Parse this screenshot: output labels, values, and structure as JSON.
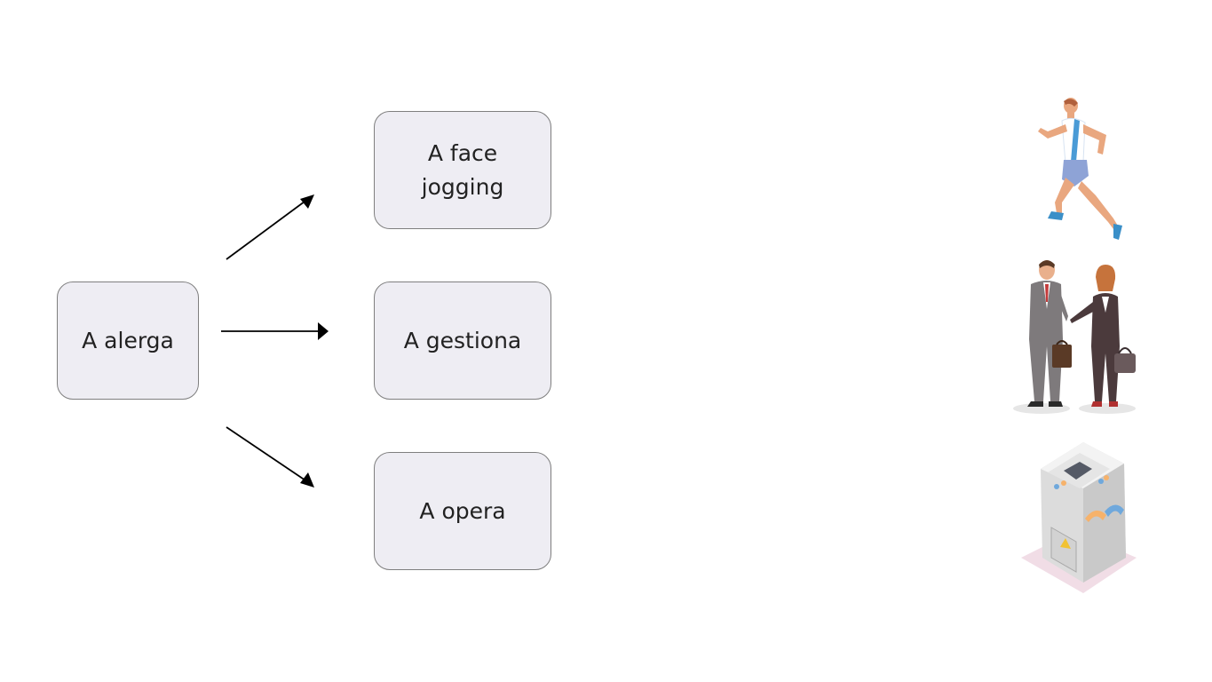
{
  "diagram": {
    "source": {
      "label": "A alerga"
    },
    "targets": [
      {
        "label": "A face jogging",
        "illustration": "runner-icon"
      },
      {
        "label": "A gestiona",
        "illustration": "business-people-icon"
      },
      {
        "label": "A opera",
        "illustration": "machine-icon"
      }
    ]
  },
  "colors": {
    "node_fill": "#eeedf3",
    "node_border": "#7f7f7f",
    "arrow": "#000000"
  }
}
